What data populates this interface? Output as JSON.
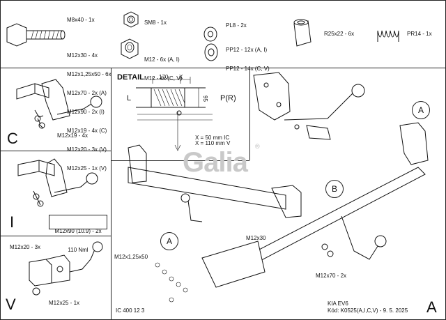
{
  "parts_header": {
    "bolt_labels": [
      "M8x40 - 1x",
      "M12x30 - 4x",
      "M12x1,25x50 - 6x",
      "M12x70 - 2x (A)",
      "M12x90 - 2x (I)",
      "M12x19 - 4x (C)",
      "M12x20 - 3x (V)",
      "M12x25 - 1x (V)"
    ],
    "nut_sm8": "SM8 - 1x",
    "nut_m12": [
      "M12 - 6x (A, I)",
      "M12 - 4x (C, V)"
    ],
    "washer_pl8": "PL8 - 2x",
    "washer_pp12": [
      "PP12 - 12x (A, I)",
      "PP12 - 14x (C, V)"
    ],
    "spacer": "R25x22 - 6x",
    "spring": "PR14 - 1x"
  },
  "panels": {
    "c_letter": "C",
    "c_label": "M12x19 - 4x",
    "i_letter": "I",
    "i_label": [
      "M12x90 (10.9) - 2x",
      "110 Nml"
    ],
    "v_letter": "V",
    "v_label_top": "M12x20 - 3x",
    "v_label_bottom": "M12x25 - 1x"
  },
  "detail": {
    "title": "DETAIL",
    "dim_170": "170",
    "dim_x": "X",
    "dim_95": "95",
    "left": "L",
    "right": "P(R)",
    "x_ic": "X = 50 mm IC",
    "x_v": "X = 110 mm V"
  },
  "main": {
    "watermark": "Galia",
    "registered": "®",
    "callout_a": "A",
    "callout_b": "B",
    "callout_a2": "A",
    "label_m12x30": "M12x30",
    "label_m12x125": "M12x1,25x50",
    "label_m12x70": "M12x70 - 2x",
    "ic_code": "IC 400 12 3",
    "kia_model": "KIA EV6",
    "kod": "Kód: K0525(A,I,C,V) - 9. 5. 2025",
    "corner_letter": "A"
  }
}
